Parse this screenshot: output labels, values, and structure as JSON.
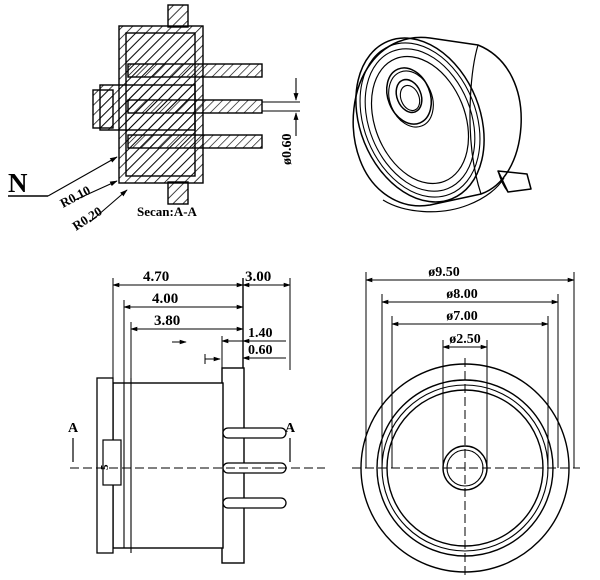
{
  "drawing": {
    "title": "Mechanical part technical drawing - 4 view engineering layout",
    "line_color": "#000000",
    "background_color": "#ffffff",
    "hatch_color": "#000000",
    "views": [
      {
        "id": "section-view",
        "name": "Section A-A cross-section view",
        "position": "top-left"
      },
      {
        "id": "isometric-view",
        "name": "3D isometric pictorial view",
        "position": "top-right"
      },
      {
        "id": "side-view",
        "name": "Side elevation view",
        "position": "bottom-left"
      },
      {
        "id": "front-view",
        "name": "Front circular view",
        "position": "bottom-right"
      }
    ]
  },
  "section_view": {
    "callout_n": "N",
    "radius_labels": [
      {
        "key": "r010",
        "text": "R0.10"
      },
      {
        "key": "r020",
        "text": "R0.20"
      }
    ],
    "section_label": "Secan:A-A",
    "pin_diameter": "ø0.60"
  },
  "side_view": {
    "horizontal_dimensions": [
      {
        "key": "d470",
        "text": "4.70"
      },
      {
        "key": "d400",
        "text": "4.00"
      },
      {
        "key": "d380",
        "text": "3.80"
      },
      {
        "key": "d300",
        "text": "3.00"
      }
    ],
    "right_dimensions": [
      {
        "key": "d140",
        "text": "1.40"
      },
      {
        "key": "d060",
        "text": "0.60"
      }
    ],
    "small_dimension": "5",
    "section_marker_left": "A",
    "section_marker_right": "A"
  },
  "front_view": {
    "diameter_dimensions": [
      {
        "key": "dia950",
        "text": "ø9.50"
      },
      {
        "key": "dia800",
        "text": "ø8.00"
      },
      {
        "key": "dia700",
        "text": "ø7.00"
      },
      {
        "key": "dia250",
        "text": "ø2.50"
      }
    ]
  }
}
